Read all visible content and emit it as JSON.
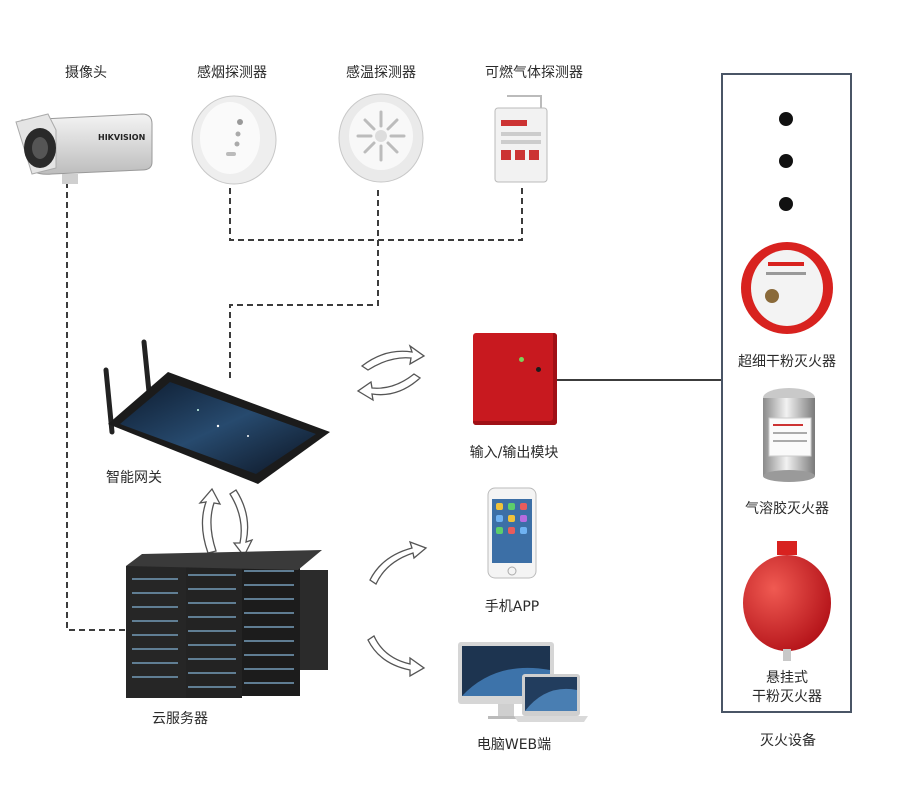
{
  "labels": {
    "camera": "摄像头",
    "smoke": "感烟探测器",
    "temp": "感温探测器",
    "gas": "可燃气体探测器",
    "gateway": "智能网关",
    "cloud": "云服务器",
    "io": "输入/输出模块",
    "phone": "手机APP",
    "pc": "电脑WEB端",
    "ext1": "超细干粉灭火器",
    "ext2": "气溶胶灭火器",
    "ext3a": "悬挂式",
    "ext3b": "干粉灭火器",
    "panel_caption": "灭火设备"
  },
  "camera_brand": "HIKVISION",
  "colors": {
    "line": "#3c3c3c",
    "panel_border": "#4a5566",
    "module_red": "#c8191f",
    "extinguisher_red": "#d8221f"
  },
  "icons": [
    "camera-icon",
    "smoke-detector-icon",
    "heat-detector-icon",
    "gas-detector-icon",
    "gateway-tablet-icon",
    "server-rack-icon",
    "io-module-icon",
    "smartphone-icon",
    "computer-icon",
    "powder-extinguisher-icon",
    "aerosol-extinguisher-icon",
    "hanging-extinguisher-icon"
  ]
}
